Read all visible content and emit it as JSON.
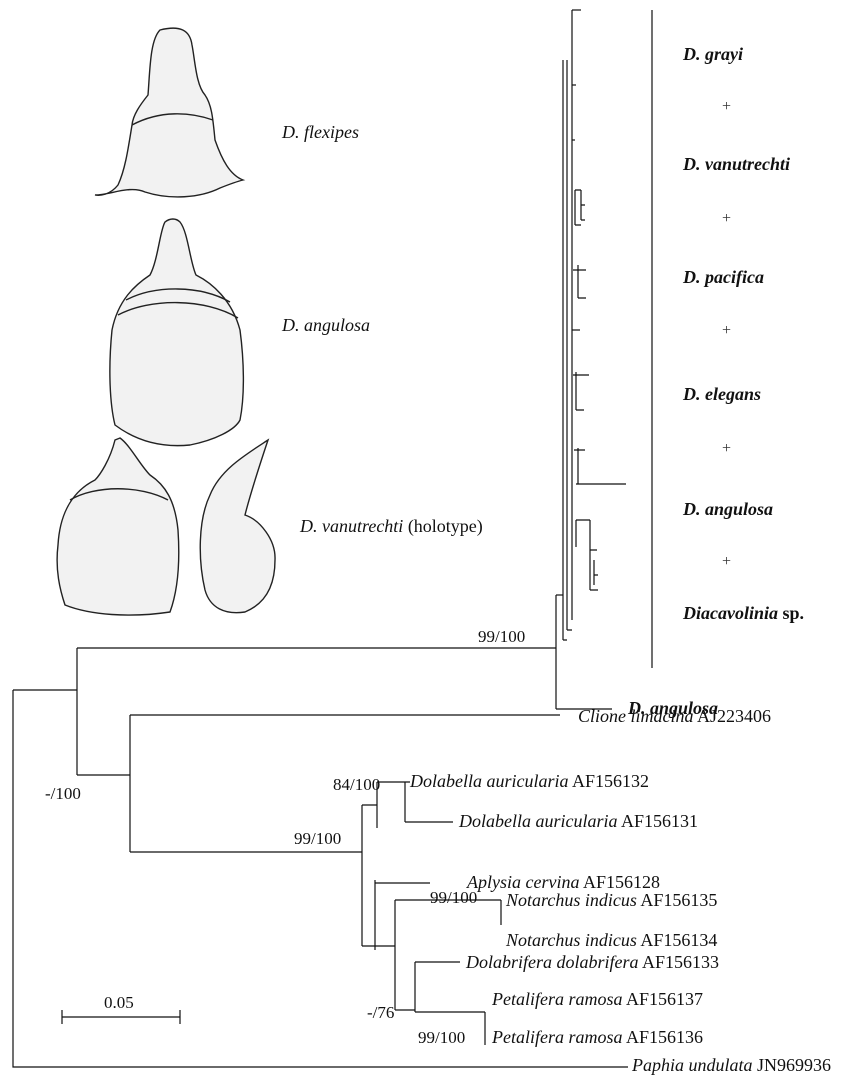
{
  "shell_captions": [
    {
      "species": "D. flexipes",
      "note": ""
    },
    {
      "species": "D. angulosa",
      "note": ""
    },
    {
      "species": "D. vanutrechti",
      "note": "(holotype)"
    }
  ],
  "clade_labels": [
    "D. grayi",
    "+",
    "D. vanutrechti",
    "+",
    "D. pacifica",
    "+",
    "D. elegans",
    "+",
    "D. angulosa",
    "+",
    "Diacavolinia sp."
  ],
  "clade_labels_parts": {
    "last_genus": "Diacavolinia",
    "last_suffix": " sp."
  },
  "single_leaf": "D. angulosa",
  "taxa": [
    {
      "genus_species": "Clione limacina",
      "accession": "AJ223406"
    },
    {
      "genus_species": "Dolabella auricularia",
      "accession": "AF156132"
    },
    {
      "genus_species": "Dolabella auricularia",
      "accession": "AF156131"
    },
    {
      "genus_species": "Aplysia cervina",
      "accession": "AF156128"
    },
    {
      "genus_species": "Notarchus indicus",
      "accession": "AF156135"
    },
    {
      "genus_species": "Notarchus indicus",
      "accession": "AF156134"
    },
    {
      "genus_species": "Dolabrifera dolabrifera",
      "accession": "AF156133"
    },
    {
      "genus_species": "Petalifera ramosa",
      "accession": "AF156137"
    },
    {
      "genus_species": "Petalifera ramosa",
      "accession": "AF156136"
    },
    {
      "genus_species": "Paphia undulata",
      "accession": "JN969936"
    }
  ],
  "support_values": [
    "99/100",
    "-/100",
    "84/100",
    "99/100",
    "99/100",
    "-/76",
    "99/100"
  ],
  "scale_bar": "0.05",
  "colors": {
    "ink": "#111111",
    "shell_fill": "#f2f2f2",
    "shell_stroke": "#222222"
  }
}
